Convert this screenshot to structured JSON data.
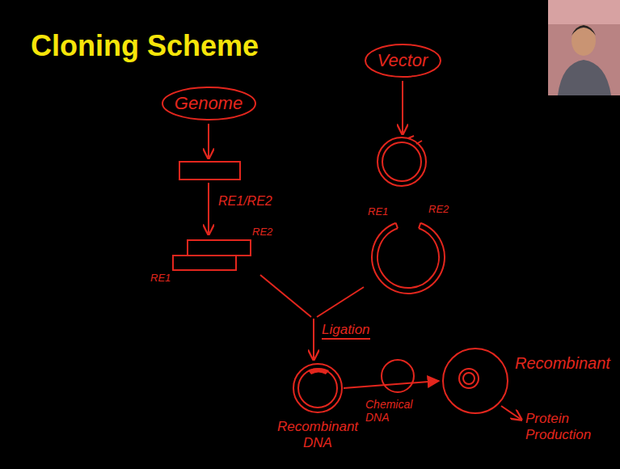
{
  "diagram": {
    "title": "Cloning Scheme",
    "nodes": [
      {
        "text": [
          "Genome"
        ]
      },
      {
        "text": [
          "Vector"
        ]
      },
      {
        "text": [
          "Recombinant DNA"
        ]
      },
      {
        "text": [
          "Recombinant"
        ]
      }
    ],
    "edges": [
      {
        "from": 2,
        "to": 3,
        "arrow": "to"
      }
    ],
    "labels": [
      "RE1/RE2",
      "RE1",
      "RE2",
      "RE1",
      "RE2",
      "Ligation",
      "Chemical DNA",
      "Protein Production"
    ]
  }
}
